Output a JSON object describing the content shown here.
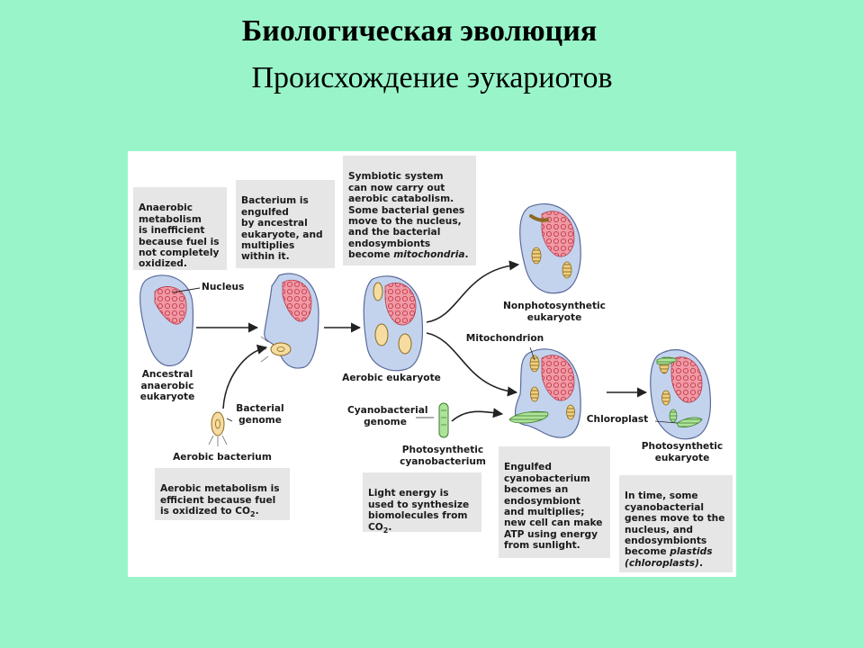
{
  "header": {
    "title": "Биологическая эволюция",
    "subtitle": "Происхождение эукариотов"
  },
  "boxes": {
    "anaerobic": "Anaerobic\nmetabolism\nis inefficient\nbecause fuel is\nnot completely\noxidized.",
    "engulfed": "Bacterium is\nengulfed\nby ancestral\neukaryote, and\nmultiplies\nwithin it.",
    "symbiotic_main": "Symbiotic system\ncan now carry out\naerobic catabolism.\nSome bacterial genes\nmove to the nucleus,\nand the bacterial\nendosymbionts\nbecome ",
    "symbiotic_em": "mitochondria",
    "symbiotic_end": ".",
    "aerobic_main": "Aerobic metabolism is\nefficient because fuel\nis oxidized to CO",
    "aerobic_sub": "2",
    "aerobic_end": ".",
    "light_main": "Light energy is\nused to synthesize\nbiomolecules from\nCO",
    "light_sub": "2",
    "light_end": ".",
    "cyano": "Engulfed\ncyanobacterium\nbecomes an\nendosymbiont\nand multiplies;\nnew cell can make\nATP using energy\nfrom sunlight.",
    "plastid_main": "In time, some\ncyanobacterial\ngenes move to the\nnucleus, and\nendosymbionts\nbecome ",
    "plastid_em": "plastids\n(chloroplasts)",
    "plastid_end": "."
  },
  "labels": {
    "nucleus": "Nucleus",
    "ancestral": "Ancestral\nanaerobic\neukaryote",
    "bacterial_genome": "Bacterial\ngenome",
    "aerobic_bacterium": "Aerobic bacterium",
    "aerobic_eukaryote": "Aerobic eukaryote",
    "nonphoto": "Nonphotosynthetic\neukaryote",
    "mitochondrion": "Mitochondrion",
    "cyano_genome": "Cyanobacterial\ngenome",
    "photo_cyano": "Photosynthetic\ncyanobacterium",
    "chloroplast": "Chloroplast",
    "photo_euk": "Photosynthetic\neukaryote"
  },
  "colors": {
    "background": "#99f5c9",
    "cell_fill": "#c3d3ee",
    "cell_stroke": "#5a6a9a",
    "nucleus": "#e2838f",
    "mito": "#e8c46a",
    "chloro": "#9ed48a"
  }
}
